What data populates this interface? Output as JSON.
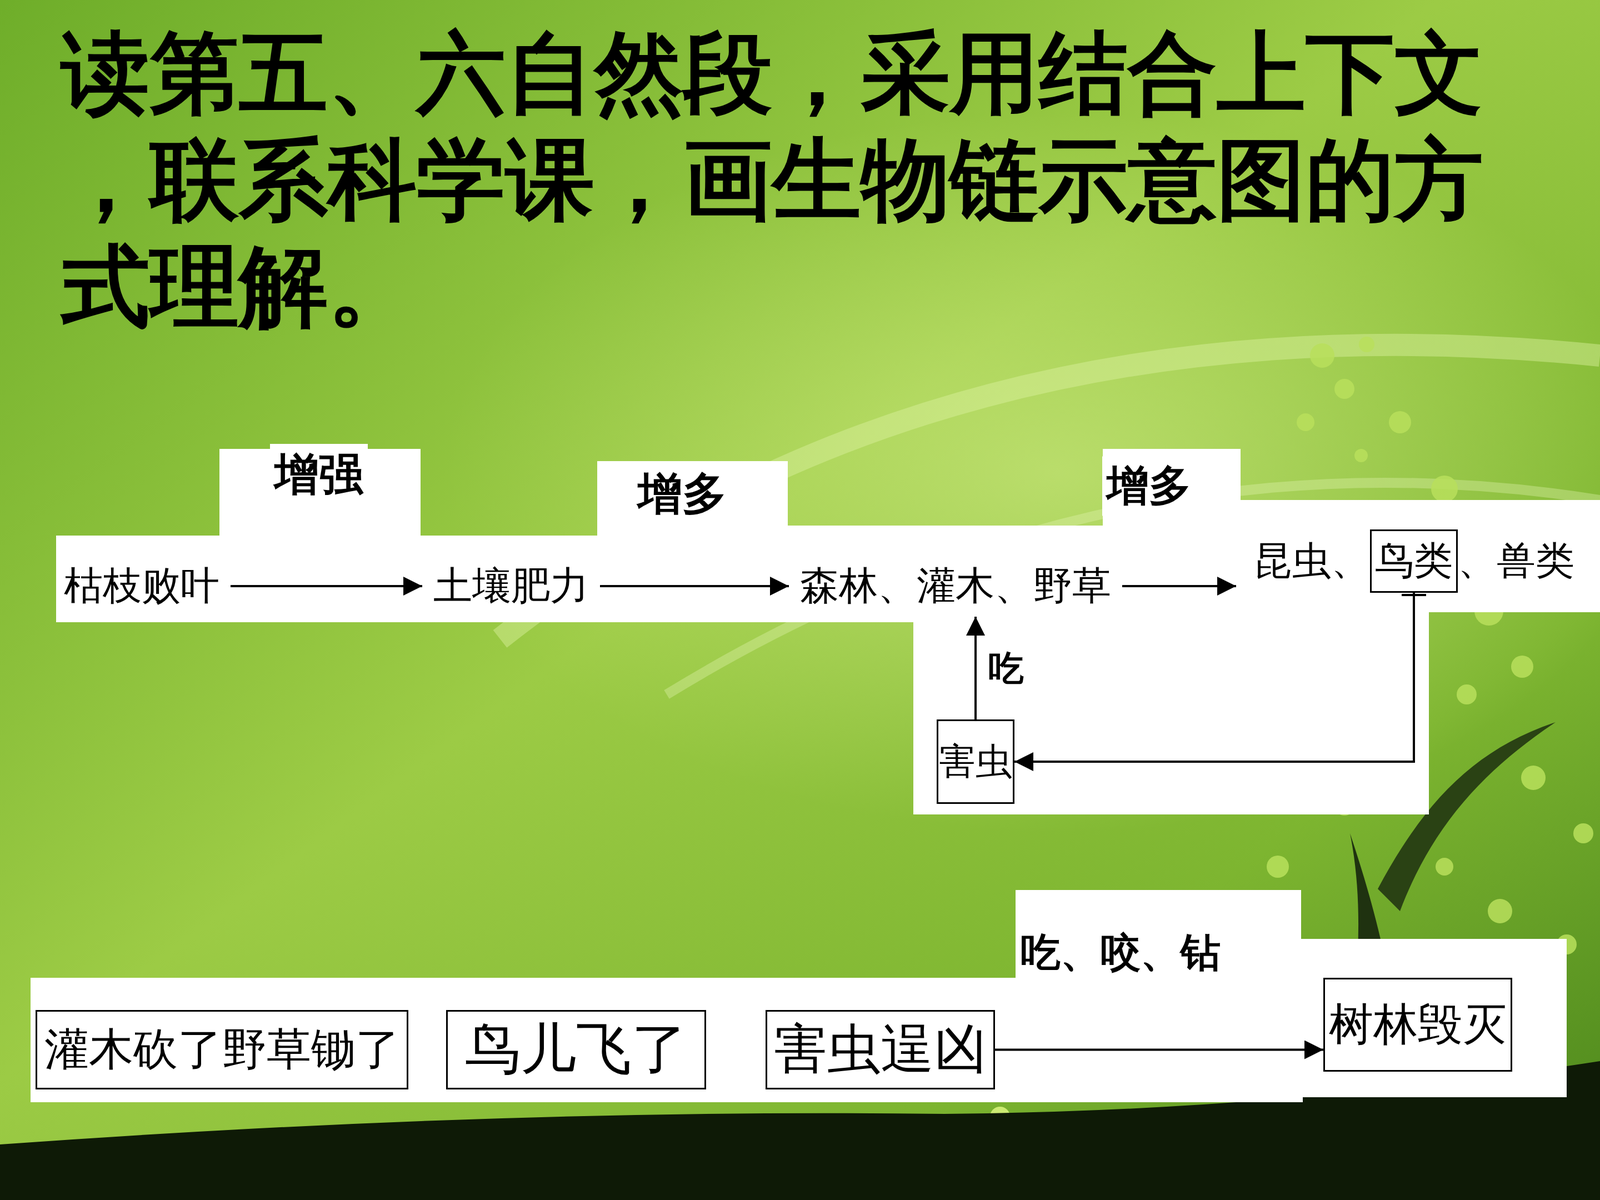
{
  "diagram": {
    "title": "读第五、六自然段，采用结合上下文，联系科学课，画生物链示意图的方式理解。",
    "nodes": [
      {
        "text": [
          "枯枝败叶"
        ]
      },
      {
        "text": [
          "土壤肥力"
        ]
      },
      {
        "text": [
          "森林、灌木、野草"
        ]
      },
      {
        "text": [
          "昆虫、",
          "、兽类"
        ]
      },
      {
        "text": [
          "鸟类"
        ],
        "in": 3
      },
      {
        "text": [
          "害虫"
        ]
      },
      {
        "text": [
          "灌木砍了野草锄了"
        ]
      },
      {
        "text": [
          "鸟儿飞了"
        ]
      },
      {
        "text": [
          "害虫逞凶"
        ]
      },
      {
        "text": [
          "树林毁灭"
        ]
      }
    ],
    "edges": [
      {
        "from": 0,
        "to": 1,
        "arrow": "to",
        "label": "增强"
      },
      {
        "from": 1,
        "to": 2,
        "arrow": "to",
        "label": "增多"
      },
      {
        "from": 2,
        "to": 3,
        "arrow": "to",
        "label": "增多"
      },
      {
        "from": 4,
        "to": 5,
        "arrow": "to"
      },
      {
        "from": 5,
        "to": 2,
        "arrow": "to",
        "label": "吃"
      },
      {
        "from": 8,
        "to": 9,
        "arrow": "to",
        "label": "吃、咬、钻"
      }
    ]
  }
}
